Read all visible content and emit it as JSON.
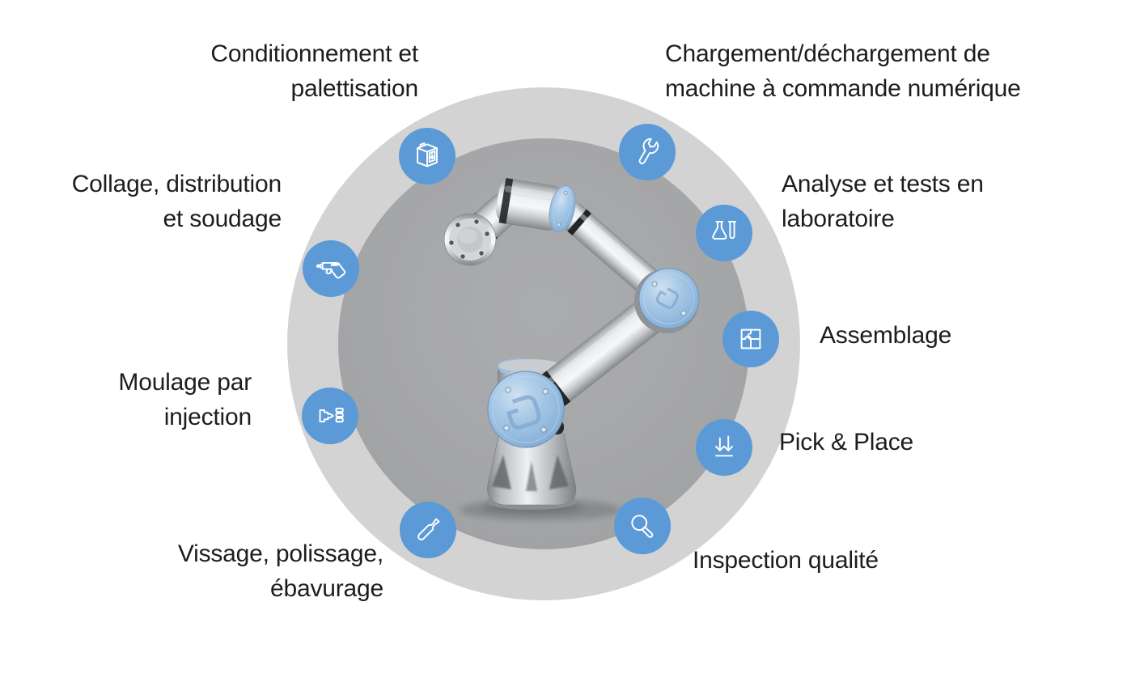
{
  "diagram_title": "",
  "colors": {
    "icon_blue": "#5b9ad6",
    "outer_ring_gray": "#d3d3d4",
    "inner_circle_gray": "#a5a6a8",
    "text_color": "#1d1d1b",
    "robot_cap_blue": "#a7c8e6"
  },
  "applications": [
    {
      "id": "conditionnement",
      "icon": "packaging-box-icon",
      "label": "Conditionnement et\npalettisation"
    },
    {
      "id": "chargement",
      "icon": "wrench-icon",
      "label": "Chargement/déchargement de\nmachine à commande numérique"
    },
    {
      "id": "analyse",
      "icon": "lab-tests-icon",
      "label": "Analyse et tests en\nlaboratoire"
    },
    {
      "id": "assemblage",
      "icon": "puzzle-icon",
      "label": "Assemblage"
    },
    {
      "id": "pick-place",
      "icon": "down-arrows-icon",
      "label": "Pick & Place"
    },
    {
      "id": "inspection",
      "icon": "magnifier-icon",
      "label": "Inspection qualité"
    },
    {
      "id": "vissage",
      "icon": "screwdriver-icon",
      "label": "Vissage, polissage,\nébavurage"
    },
    {
      "id": "moulage",
      "icon": "injection-molding-icon",
      "label": "Moulage par\ninjection"
    },
    {
      "id": "collage",
      "icon": "glue-gun-icon",
      "label": "Collage, distribution\net soudage"
    }
  ]
}
